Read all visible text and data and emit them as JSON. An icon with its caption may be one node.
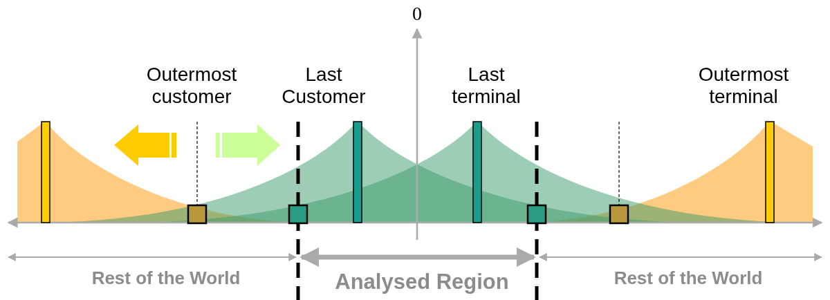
{
  "diagram": {
    "labels": [
      "0",
      "Outermost customer",
      "Last Customer",
      "Last terminal",
      "Outermost terminal",
      "Rest of the World",
      "Analysed Region",
      "Rest of the World"
    ]
  }
}
